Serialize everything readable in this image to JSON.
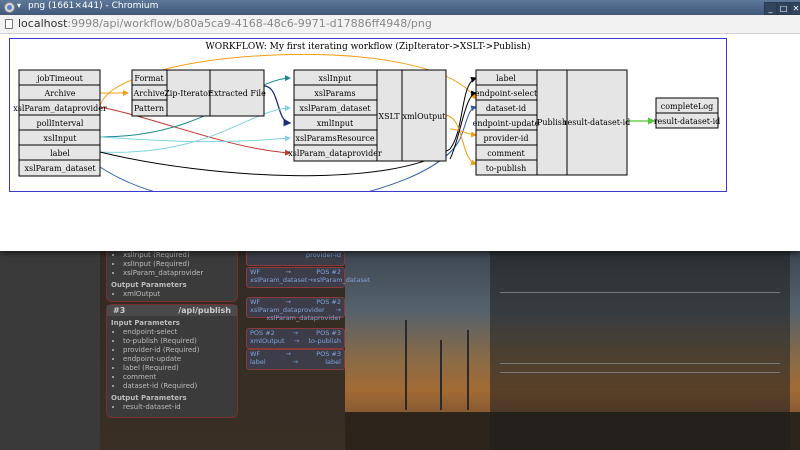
{
  "window": {
    "title": "png (1661×441) - Chromium",
    "url_host": "localhost",
    "url_rest": ":9998/api/workflow/b80a5ca9-4168-48c6-9971-d17886ff4948/png",
    "min_label": "_",
    "max_label": "□",
    "close_label": "✕"
  },
  "workflow": {
    "title": "WORKFLOW: My first iterating workflow (ZipIterator->XSLT->Publish)",
    "inputs": [
      "jobTimeout",
      "Archive",
      "xslParam_dataprovider",
      "pollInterval",
      "xslInput",
      "label",
      "xslParam_dataset"
    ],
    "zip": {
      "ports_in": [
        "Format",
        "Archive",
        "Pattern"
      ],
      "name": "Zip-Iterator",
      "out": "Extracted File"
    },
    "xslt": {
      "ports_in": [
        "xslInput",
        "xslParams",
        "xslParam_dataset",
        "xmlInput",
        "xslParamsResource",
        "xslParam_dataprovider"
      ],
      "name": "XSLT",
      "out": "xmlOutput"
    },
    "publish": {
      "ports_in": [
        "label",
        "endpoint-select",
        "dataset-id",
        "endpoint-update",
        "provider-id",
        "comment",
        "to-publish"
      ],
      "name": "Publish",
      "out": "result-dataset-id"
    },
    "output": {
      "name": "completeLog",
      "port": "result-dataset-id"
    }
  },
  "background": {
    "panel2_items": [
      "xslInput (Required)",
      "xslInput (Required)",
      "xslParam_dataprovider"
    ],
    "panel2_output_title": "Output Parameters",
    "panel2_outputs": [
      "xmlOutput"
    ],
    "panel3_num": "#3",
    "panel3_api": "/api/publish",
    "panel3_input_title": "Input Parameters",
    "panel3_items": [
      "endpoint-select",
      "to-publish (Required)",
      "provider-id (Required)",
      "endpoint-update",
      "label (Required)",
      "comment",
      "dataset-id (Required)"
    ],
    "panel3_output_title": "Output Parameters",
    "panel3_outputs": [
      "result-dataset-id"
    ],
    "mappings": [
      {
        "a": "",
        "b": "",
        "c": "provider-id"
      },
      {
        "a": "WF",
        "b": "→",
        "c": "POS #2",
        "d": "xslParam_dataset",
        "e": "→",
        "f": "xslParam_dataset"
      },
      {
        "a": "WF",
        "b": "→",
        "c": "POS #2",
        "d": "xslParam_dataprovider",
        "e": "→",
        "f": "xslParam_dataprovider"
      },
      {
        "a": "POS #2",
        "b": "→",
        "c": "POS #3",
        "d": "xmlOutput",
        "e": "→",
        "f": "to-publish"
      },
      {
        "a": "WF",
        "b": "→",
        "c": "POS #3",
        "d": "label",
        "e": "→",
        "f": "label"
      }
    ]
  },
  "colors": {
    "orange": "#f39c12",
    "teal": "#1a8a8a",
    "cyan": "#7fd3e0",
    "darkblue": "#1a2d7a",
    "green": "#55c73a",
    "midblue": "#2f5fa8",
    "black": "#000000"
  }
}
